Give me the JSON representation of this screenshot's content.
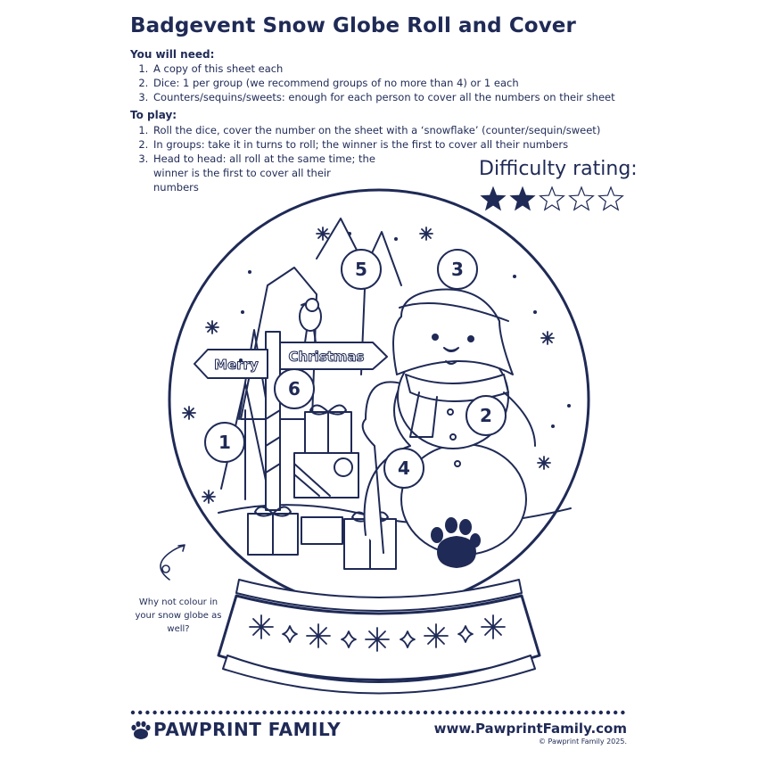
{
  "title": "Badgevent Snow Globe Roll and Cover",
  "need": {
    "heading": "You will need:",
    "items": [
      "A copy of this sheet each",
      "Dice: 1 per group (we recommend groups of no more than 4) or 1 each",
      "Counters/sequins/sweets: enough for each person to cover all the numbers on their sheet"
    ]
  },
  "play": {
    "heading": "To play:",
    "items": [
      "Roll the dice, cover the number on the sheet with a ‘snowflake’ (counter/sequin/sweet)",
      "In groups: take it in turns to roll; the winner is the first to cover all their numbers",
      "Head to head: all roll at the same time; the winner is the first to cover all their numbers"
    ]
  },
  "difficulty": {
    "label": "Difficulty rating:",
    "rating": 2,
    "max": 5
  },
  "scene": {
    "sign_left": "Merry",
    "sign_right": "Christmas",
    "numbers": [
      "1",
      "2",
      "3",
      "4",
      "5",
      "6"
    ]
  },
  "tip": "Why not colour in your snow globe as well?",
  "footer": {
    "brand": "PAWPRINT FAMILY",
    "website": "www.PawprintFamily.com",
    "copyright": "© Pawprint Family 2025."
  },
  "colors": {
    "ink": "#1f2a56"
  }
}
